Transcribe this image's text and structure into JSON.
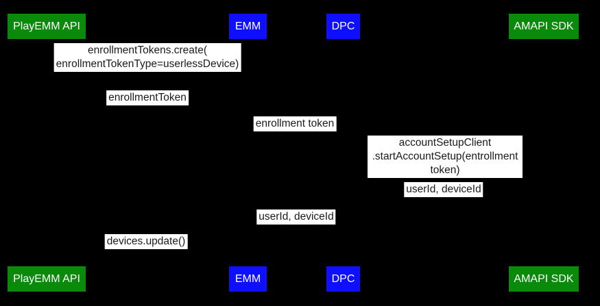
{
  "diagram_type": "sequence-diagram",
  "colors": {
    "background": "#000000",
    "actor_green": "#0a8a0a",
    "actor_blue": "#0f0fff",
    "actor_text": "#ffffff",
    "message_bg": "#ffffff",
    "message_text": "#1a1a1a"
  },
  "actors": [
    {
      "label": "PlayEMM API",
      "color": "#0a8a0a"
    },
    {
      "label": "EMM",
      "color": "#0f0fff"
    },
    {
      "label": "DPC",
      "color": "#0f0fff"
    },
    {
      "label": "AMAPI SDK",
      "color": "#0a8a0a"
    }
  ],
  "messages": [
    {
      "label": "enrollmentTokens.create(\nenrollmentTokenType=userlessDevice)",
      "between": [
        "EMM",
        "PlayEMM API"
      ]
    },
    {
      "label": "enrollmentToken",
      "between": [
        "PlayEMM API",
        "EMM"
      ]
    },
    {
      "label": "enrollment token",
      "between": [
        "EMM",
        "DPC"
      ]
    },
    {
      "label": "accountSetupClient\n.startAccountSetup(entrollment token)",
      "between": [
        "DPC",
        "AMAPI SDK"
      ]
    },
    {
      "label": "userId, deviceId",
      "between": [
        "AMAPI SDK",
        "DPC"
      ]
    },
    {
      "label": "userId, deviceId",
      "between": [
        "DPC",
        "EMM"
      ]
    },
    {
      "label": "devices.update()",
      "between": [
        "EMM",
        "PlayEMM API"
      ]
    }
  ]
}
